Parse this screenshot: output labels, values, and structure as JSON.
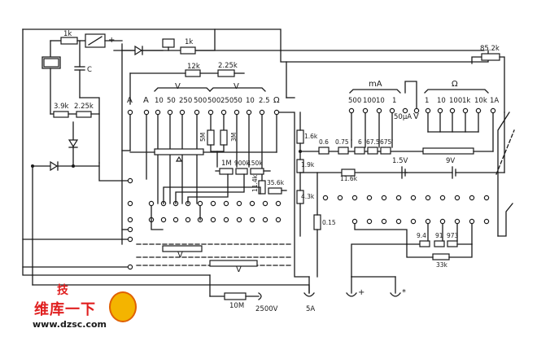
{
  "labels": {
    "r1k_a": "1k",
    "meter_plus": "+",
    "cap_c": "C",
    "r1k_b": "1k",
    "r12k": "12k",
    "r225k_top": "2.25k",
    "r39k": "3.9k",
    "r225k_left": "2.25k",
    "terminal_a1": "A",
    "terminal_a2": "A",
    "v_range_1": "V",
    "v_range_2": "V",
    "r5m": "5M",
    "r3m": "3M",
    "r1m": "1M",
    "r900k": "900k",
    "r150k": "150k",
    "r114k": "11.4k",
    "r356k": "35.6k",
    "ohm_sym": "Ω",
    "ma_label": "mA",
    "ua_label": "50μA",
    "ohm_range_label": "Ω",
    "r852k": "85.2k",
    "range_1a": "1A",
    "r16k": "1.6k",
    "r19k": "1.9k",
    "r43k": "4.3k",
    "r06": "0.6",
    "r075": "0.75",
    "r6": "6",
    "r675": "67.5",
    "r675b": "675",
    "r116k": "11.6k",
    "batt_15v": "1.5V",
    "batt_9v": "9V",
    "r015": "0.15",
    "r94": "9.4",
    "r91": "91",
    "r973": "973",
    "r33k": "33k",
    "v_lower_1": "V",
    "v_lower_2": "V",
    "r10m": "10M",
    "t2500v": "2500V",
    "t5a": "5A",
    "t_plus": "+",
    "t_star": "*"
  },
  "scale_v": [
    "10",
    "50",
    "250",
    "500",
    "500",
    "250",
    "50",
    "10",
    "2.5"
  ],
  "scale_ma": [
    "500",
    "100",
    "10",
    "1"
  ],
  "scale_ohm": [
    "1",
    "10",
    "100",
    "1k",
    "10k"
  ],
  "logo": {
    "brand_top": "技",
    "brand": "维库一下",
    "url": "www.dzsc.com"
  }
}
